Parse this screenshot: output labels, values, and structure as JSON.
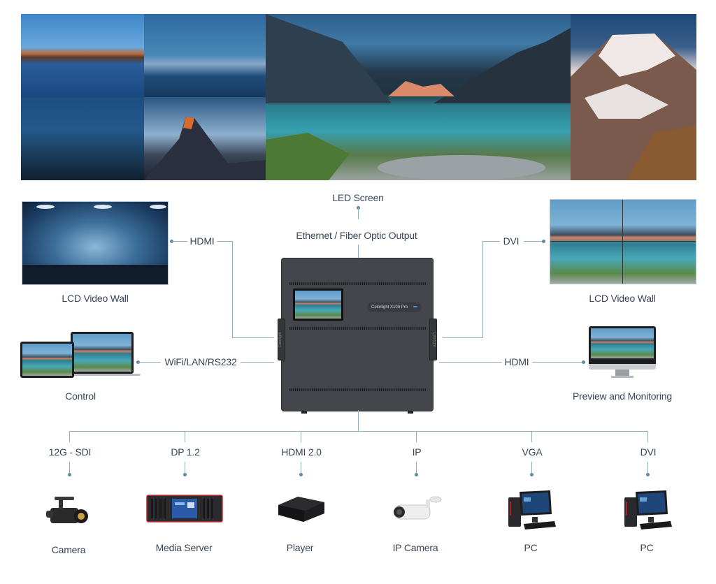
{
  "banner": {
    "label": "LED Screen",
    "panels": [
      {
        "icon": "sunset-lake-photo"
      },
      {
        "icon": "harbor-city-photo"
      },
      {
        "icon": "lighthouse-photo"
      },
      {
        "icon": "matterhorn-photo"
      },
      {
        "icon": "mountain-lake-photo"
      },
      {
        "icon": "snow-peak-photo"
      }
    ]
  },
  "center": {
    "output_label": "Ethernet / Fiber Optic Output",
    "device": {
      "brand_plate": "Colorlight  X100 Pro",
      "side_label": "Colorlight",
      "icon": "video-processor-device"
    }
  },
  "left": {
    "video_wall": {
      "label": "LCD Video Wall",
      "connection": "HDMI",
      "icon": "curved-video-wall"
    },
    "control": {
      "label": "Control",
      "connection": "WiFi/LAN/RS232",
      "icon": "tablet-laptop"
    }
  },
  "right": {
    "video_wall": {
      "label": "LCD Video Wall",
      "connection": "DVI",
      "icon": "tiled-video-wall"
    },
    "preview": {
      "label": "Preview and Monitoring",
      "connection": "HDMI",
      "icon": "monitor"
    }
  },
  "inputs": [
    {
      "connection": "12G - SDI",
      "label": "Camera",
      "icon": "camcorder-icon"
    },
    {
      "connection": "DP 1.2",
      "label": "Media Server",
      "icon": "media-server-icon"
    },
    {
      "connection": "HDMI  2.0",
      "label": "Player",
      "icon": "media-player-icon"
    },
    {
      "connection": "IP",
      "label": "IP Camera",
      "icon": "ip-camera-icon"
    },
    {
      "connection": "VGA",
      "label": "PC",
      "icon": "desktop-pc-icon"
    },
    {
      "connection": "DVI",
      "label": "PC",
      "icon": "desktop-pc-icon"
    }
  ],
  "colors": {
    "line": "#8fb0c0",
    "dot": "#5e8aa0",
    "text": "#3a4556",
    "device": "#45464b"
  }
}
